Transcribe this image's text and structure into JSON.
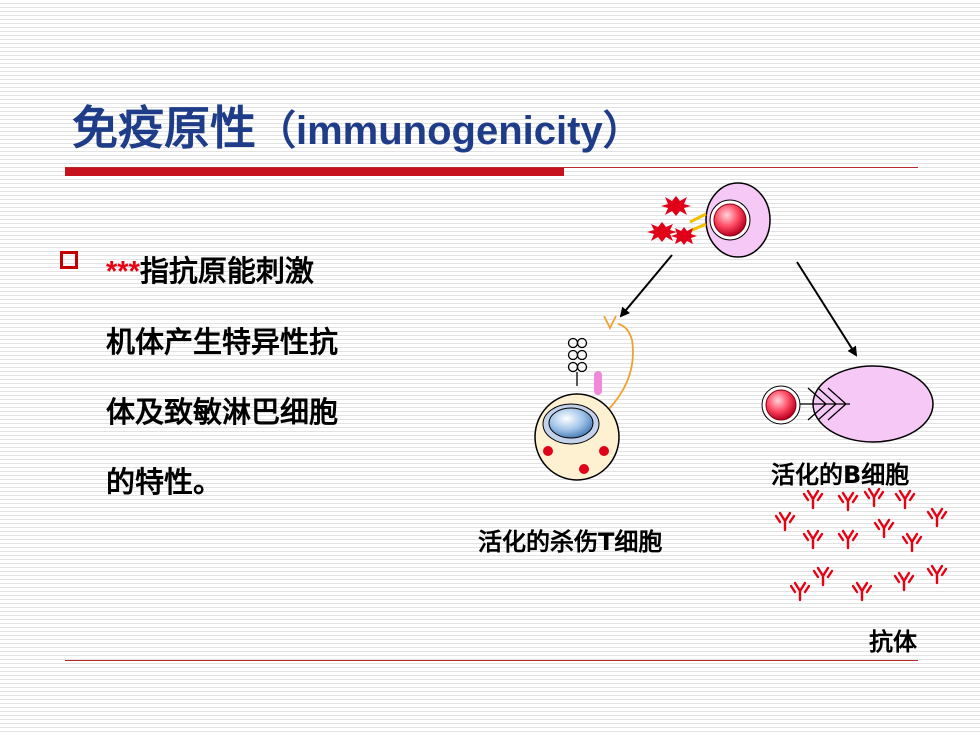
{
  "slide": {
    "title_zh": "免疫原性",
    "title_en": "（immunogenicity）",
    "bullet": {
      "stars": "***",
      "lines": [
        "指抗原能刺激",
        "机体产生特异性抗",
        "体及致敏淋巴细胞",
        "的特性。"
      ]
    }
  },
  "diagram": {
    "t_cell_label": "活化的杀伤T细胞",
    "b_cell_label": "活化的B细胞",
    "antibody_label": "抗体"
  },
  "colors": {
    "title": "#1f3c88",
    "accent_red": "#c5121c",
    "cell_pink": "#f5c8f5",
    "antibody_red": "#e60012"
  }
}
